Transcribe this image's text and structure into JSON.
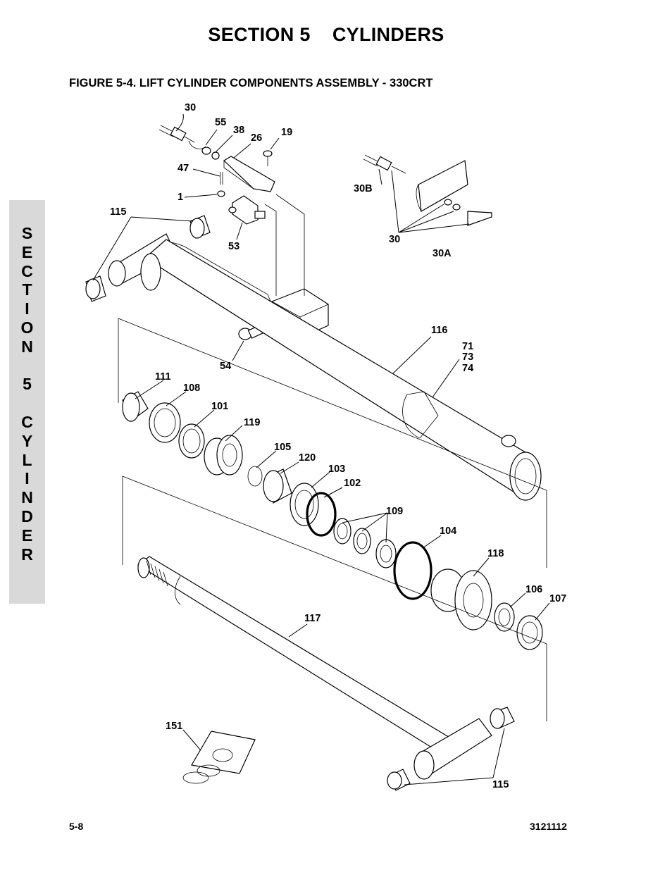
{
  "header": {
    "section_title": "SECTION 5    CYLINDERS",
    "figure_title": "FIGURE 5-4. LIFT CYLINDER COMPONENTS ASSEMBLY - 330CRT"
  },
  "side_tab": {
    "letters": [
      "S",
      "E",
      "C",
      "T",
      "I",
      "O",
      "N",
      "",
      "5",
      "",
      "C",
      "Y",
      "L",
      "I",
      "N",
      "D",
      "E",
      "R"
    ]
  },
  "callouts": {
    "c30_top": "30",
    "c55": "55",
    "c38": "38",
    "c26": "26",
    "c19": "19",
    "c47": "47",
    "c1": "1",
    "c53": "53",
    "c115_top": "115",
    "c30b": "30B",
    "c30_right": "30",
    "c30a": "30A",
    "c54": "54",
    "c116": "116",
    "c71": "71",
    "c73": "73",
    "c74": "74",
    "c111": "111",
    "c108": "108",
    "c101": "101",
    "c119": "119",
    "c105": "105",
    "c120": "120",
    "c103": "103",
    "c102": "102",
    "c109": "109",
    "c104": "104",
    "c118": "118",
    "c106": "106",
    "c107": "107",
    "c117": "117",
    "c151": "151",
    "c115_bottom": "115"
  },
  "footer": {
    "page_number": "5-8",
    "document_number": "3121112"
  }
}
